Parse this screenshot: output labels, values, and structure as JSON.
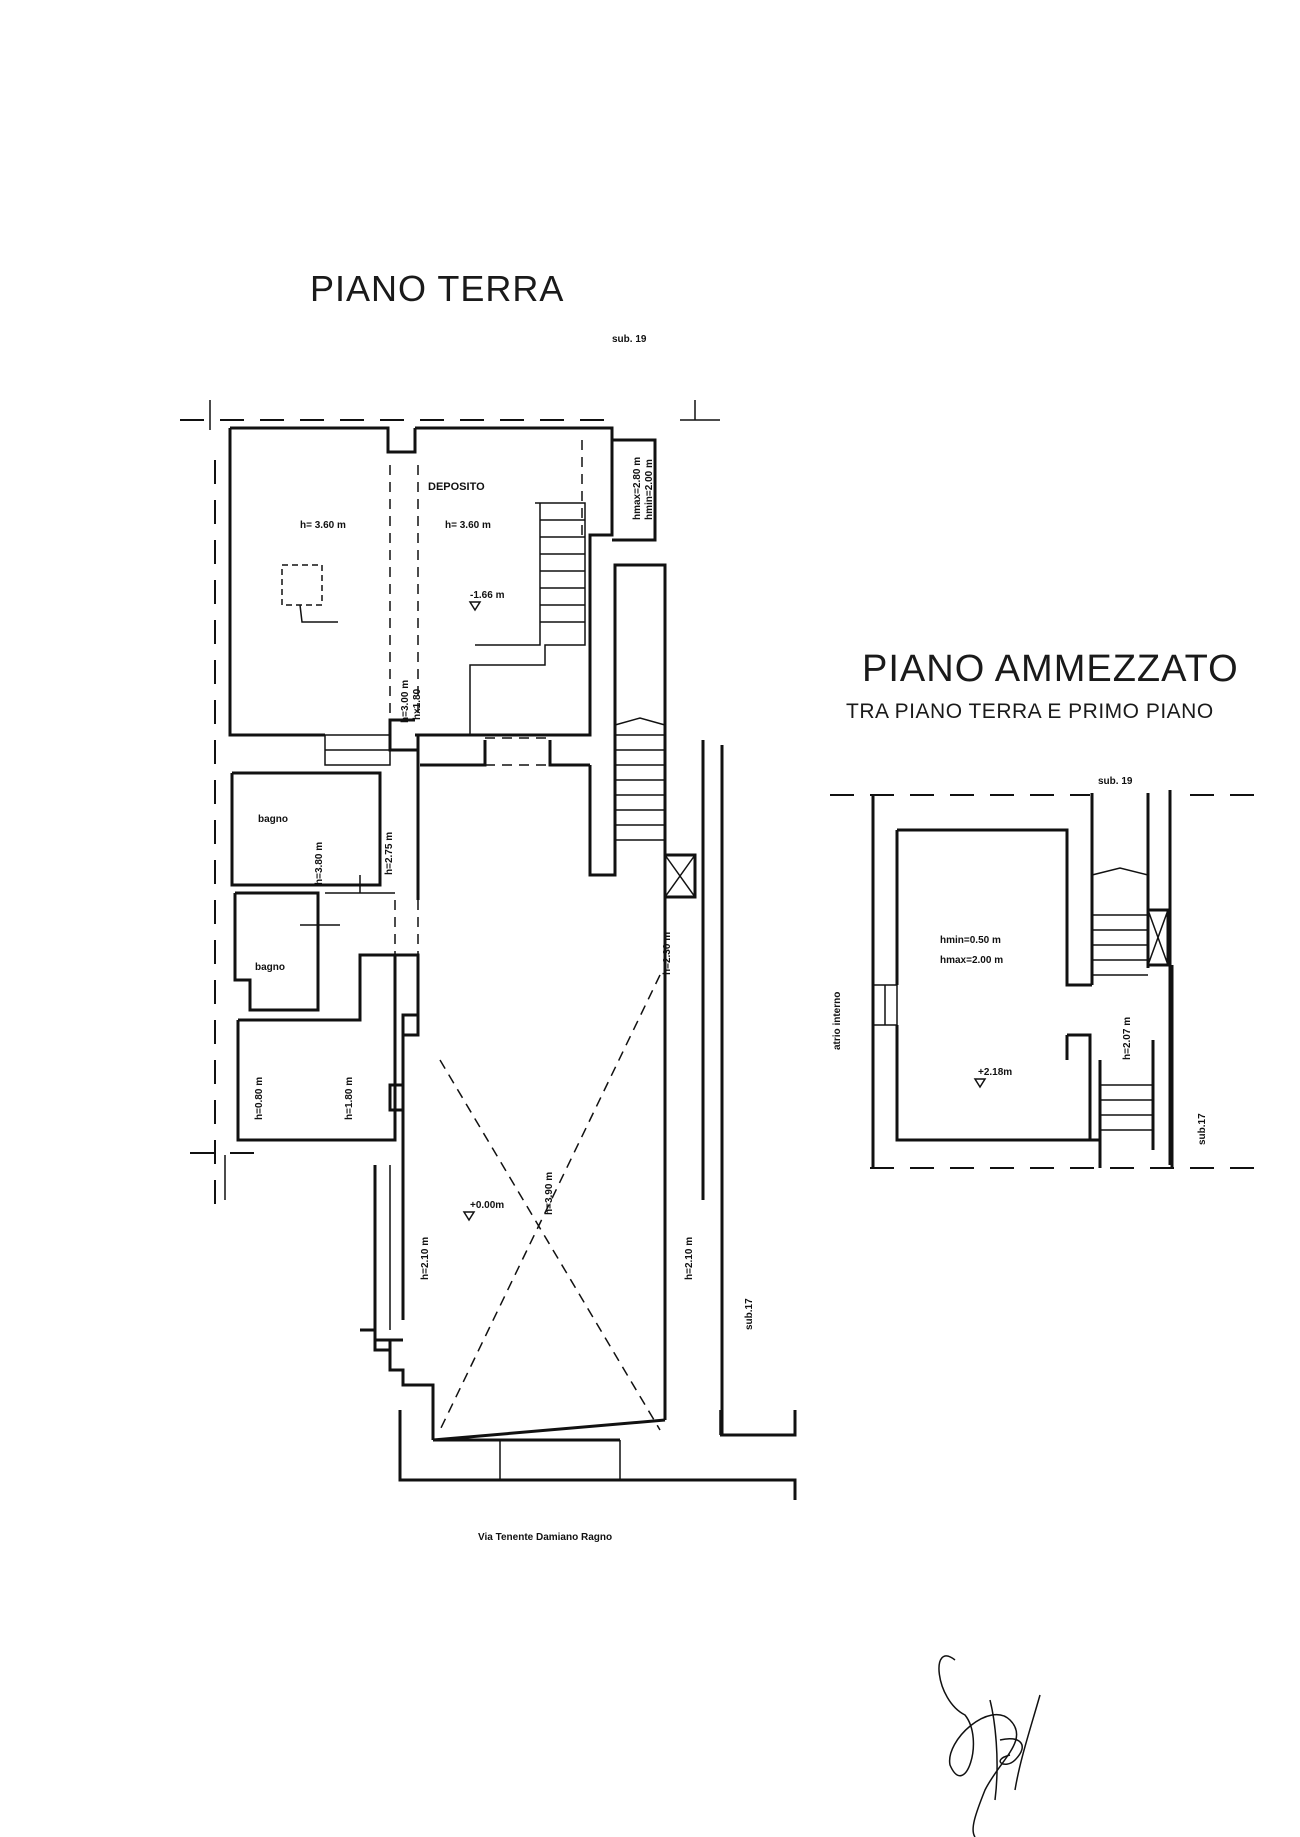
{
  "ground_floor": {
    "title": "PIANO TERRA",
    "labels": {
      "deposito": "DEPOSITO",
      "h_left_room": "h= 3.60 m",
      "h_deposito": "h= 3.60 m",
      "level_deposito": "-1.66 m",
      "h_corridor": "h=3.00 m",
      "hx_corridor": "hx1.80",
      "hmax_right": "hmax=2.80 m",
      "hmin_right": "hmin=2.00 m",
      "bagno_1": "bagno",
      "bagno_2": "bagno",
      "h_bagno_1": "h=3.80 m",
      "h_passage": "h=2.75 m",
      "h_small_room": "h=0.80 m",
      "h_small_room_2": "h=1.80 m",
      "h_stair_side": "h=2.30 m",
      "level_main": "+0.00m",
      "h_main": "h=3.90 m",
      "h_main_left": "h=2.10 m",
      "h_main_right": "h=2.10 m",
      "sub_19": "sub. 19",
      "sub_17": "sub.17",
      "street": "Via Tenente Damiano Ragno"
    }
  },
  "mezzanine": {
    "title": "PIANO AMMEZZATO",
    "subtitle": "TRA PIANO TERRA E PRIMO PIANO",
    "labels": {
      "hmin": "hmin=0.50 m",
      "hmax": "hmax=2.00 m",
      "level": "+2.18m",
      "h_stair": "h=2.07 m",
      "atrio": "atrio interno",
      "sub_19": "sub. 19",
      "sub_17": "sub.17"
    }
  },
  "colors": {
    "ink": "#111111",
    "paper": "#ffffff"
  },
  "signature": "handwritten signature"
}
